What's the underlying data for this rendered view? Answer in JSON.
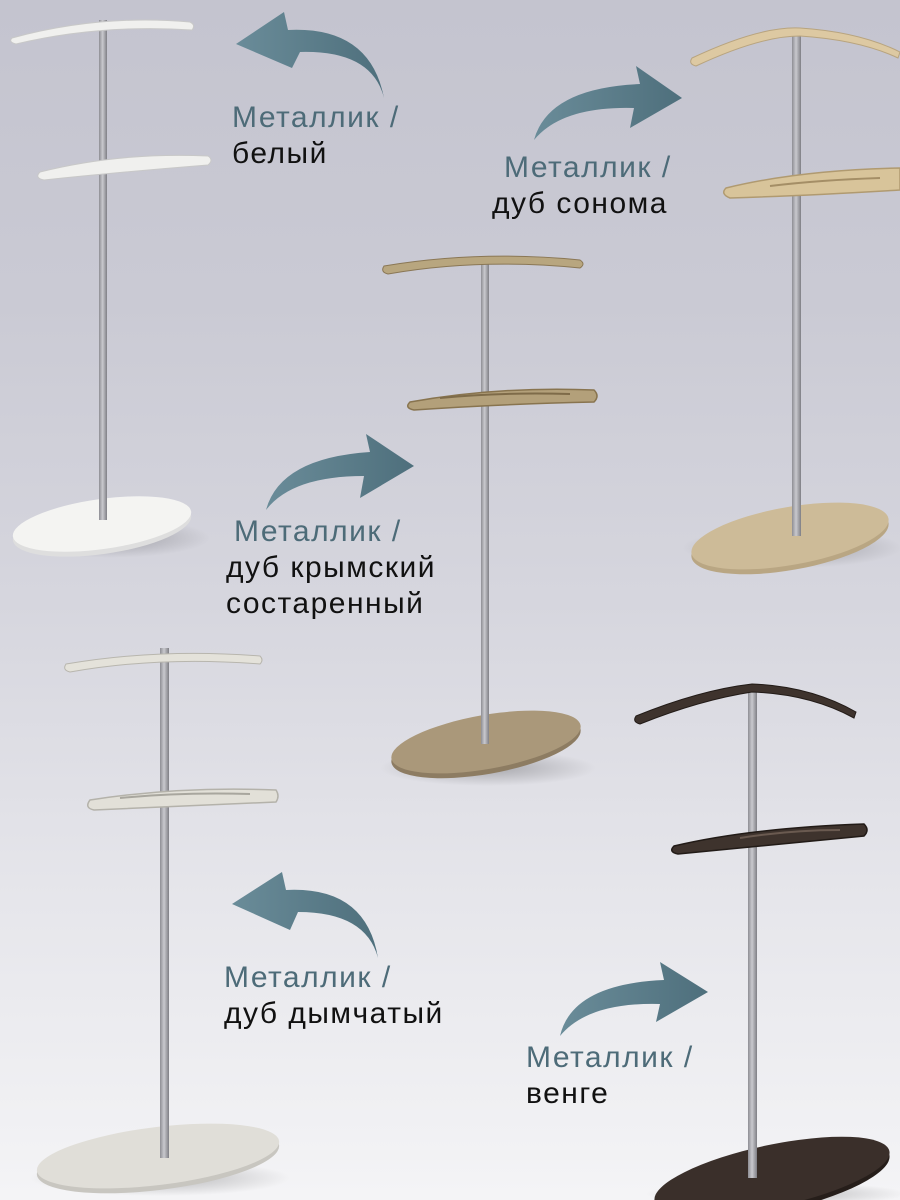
{
  "colors": {
    "arrow": "#5a7d8a",
    "label_primary": "#4d6b78",
    "label_secondary": "#111111",
    "pole": "#a8a8ad"
  },
  "variants": [
    {
      "id": "white",
      "line1": "Металлик /",
      "line2": "белый",
      "finish_color": "#eeeeec",
      "arrow_direction": "left"
    },
    {
      "id": "sonoma-oak",
      "line1": "Металлик /",
      "line2": "дуб сонома",
      "finish_color": "#d3c09a",
      "arrow_direction": "right"
    },
    {
      "id": "crimean-oak-aged",
      "line1": "Металлик /",
      "line2": "дуб крымский",
      "line3": "состаренный",
      "finish_color": "#a9977a",
      "arrow_direction": "right"
    },
    {
      "id": "smoky-oak",
      "line1": "Металлик /",
      "line2": "дуб дымчатый",
      "finish_color": "#dcdad2",
      "arrow_direction": "left"
    },
    {
      "id": "wenge",
      "line1": "Металлик /",
      "line2": "венге",
      "finish_color": "#3a2f2a",
      "arrow_direction": "right"
    }
  ]
}
